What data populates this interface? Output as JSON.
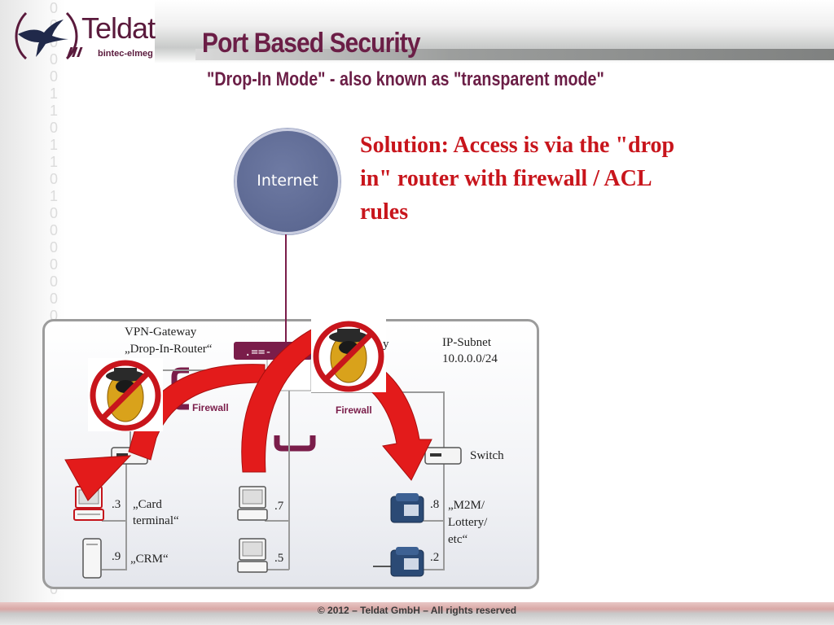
{
  "logo": {
    "brand": "Teldat",
    "sub": "bintec-elmeg"
  },
  "slide": {
    "title": "Port Based Security",
    "subtitle": "\"Drop-In Mode\" - also known as \"transparent mode\"",
    "solution": "Solution: Access is via the \"drop in\" router with firewall / ACL rules"
  },
  "internet": {
    "label": "Internet"
  },
  "network": {
    "vpn_gateway_line1": "VPN-Gateway",
    "vpn_gateway_line2": "„Drop-In-Router“",
    "vpn_gateway_partial": "y",
    "ip_subnet_line1": "IP-Subnet",
    "ip_subnet_line2": "10.0.0.0/24",
    "firewall_left": "Firewall",
    "firewall_right": "Firewall",
    "switch": "Switch",
    "hosts": {
      "card_ip": ".3",
      "card_line1": "„Card",
      "card_line2": "terminal“",
      "crm_ip": ".9",
      "crm_label": "„CRM“",
      "pc7_ip": ".7",
      "pc5_ip": ".5",
      "m2m_ip": ".8",
      "m2m_line1": "„M2M/",
      "m2m_line2": "Lottery/",
      "m2m_line3": "etc“",
      "phone2_ip": ".2"
    }
  },
  "footer": "© 2012 – Teldat GmbH – All rights reserved",
  "colors": {
    "accent": "#6b1e46",
    "solution": "#c8151c",
    "internet": "#5d6992",
    "arrow": "#e31b1b"
  }
}
